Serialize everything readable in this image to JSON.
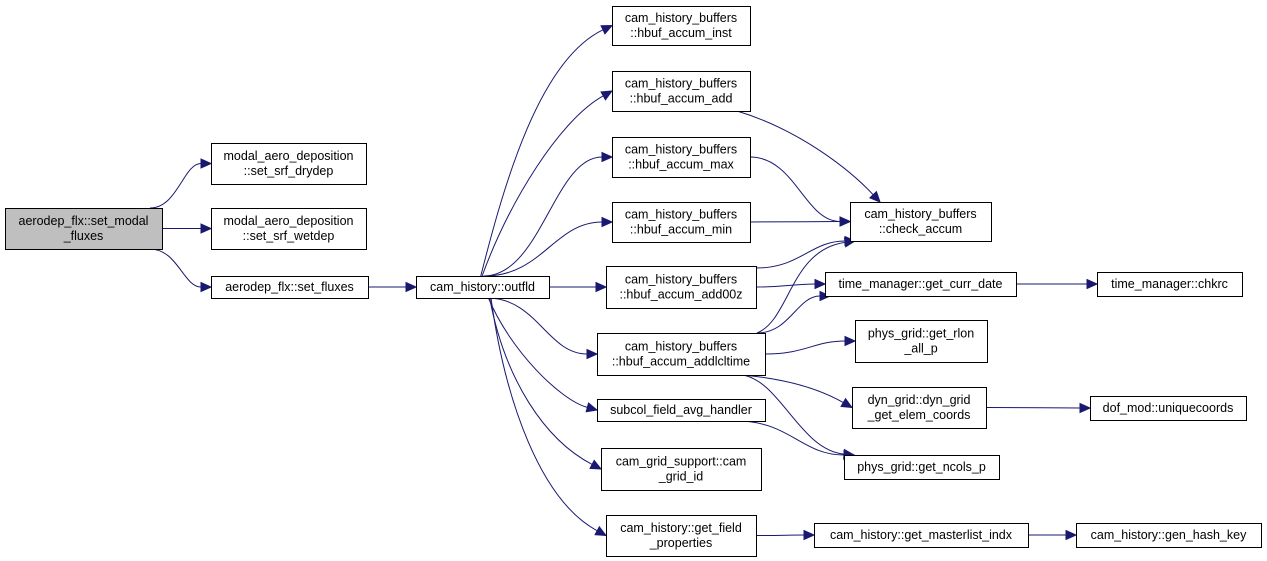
{
  "diagram": {
    "nodes": [
      {
        "id": "root",
        "lines": [
          "aerodep_flx::set_modal",
          "_fluxes"
        ],
        "root": true,
        "link": false
      },
      {
        "id": "set_srf_drydep",
        "lines": [
          "modal_aero_deposition",
          "::set_srf_drydep"
        ],
        "link": true
      },
      {
        "id": "set_srf_wetdep",
        "lines": [
          "modal_aero_deposition",
          "::set_srf_wetdep"
        ],
        "link": true
      },
      {
        "id": "set_fluxes",
        "lines": [
          "aerodep_flx::set_fluxes"
        ],
        "link": true
      },
      {
        "id": "outfld",
        "lines": [
          "cam_history::outfld"
        ],
        "link": true
      },
      {
        "id": "hbuf_accum_inst",
        "lines": [
          "cam_history_buffers",
          "::hbuf_accum_inst"
        ],
        "link": true
      },
      {
        "id": "hbuf_accum_add",
        "lines": [
          "cam_history_buffers",
          "::hbuf_accum_add"
        ],
        "link": true
      },
      {
        "id": "hbuf_accum_max",
        "lines": [
          "cam_history_buffers",
          "::hbuf_accum_max"
        ],
        "link": true
      },
      {
        "id": "hbuf_accum_min",
        "lines": [
          "cam_history_buffers",
          "::hbuf_accum_min"
        ],
        "link": true
      },
      {
        "id": "hbuf_accum_add00z",
        "lines": [
          "cam_history_buffers",
          "::hbuf_accum_add00z"
        ],
        "link": true
      },
      {
        "id": "hbuf_accum_addlcltime",
        "lines": [
          "cam_history_buffers",
          "::hbuf_accum_addlcltime"
        ],
        "link": true
      },
      {
        "id": "subcol_field_avg_handler",
        "lines": [
          "subcol_field_avg_handler"
        ],
        "link": true
      },
      {
        "id": "cam_grid_id",
        "lines": [
          "cam_grid_support::cam",
          "_grid_id"
        ],
        "link": true
      },
      {
        "id": "get_field_properties",
        "lines": [
          "cam_history::get_field",
          "_properties"
        ],
        "link": true
      },
      {
        "id": "check_accum",
        "lines": [
          "cam_history_buffers",
          "::check_accum"
        ],
        "link": true
      },
      {
        "id": "get_curr_date",
        "lines": [
          "time_manager::get_curr_date"
        ],
        "link": true
      },
      {
        "id": "get_rlon_all_p",
        "lines": [
          "phys_grid::get_rlon",
          "_all_p"
        ],
        "link": true
      },
      {
        "id": "dyn_grid_get_elem_coords",
        "lines": [
          "dyn_grid::dyn_grid",
          "_get_elem_coords"
        ],
        "link": true
      },
      {
        "id": "get_ncols_p",
        "lines": [
          "phys_grid::get_ncols_p"
        ],
        "link": true
      },
      {
        "id": "get_masterlist_indx",
        "lines": [
          "cam_history::get_masterlist_indx"
        ],
        "link": true
      },
      {
        "id": "chkrc",
        "lines": [
          "time_manager::chkrc"
        ],
        "link": true
      },
      {
        "id": "uniquecoords",
        "lines": [
          "dof_mod::uniquecoords"
        ],
        "link": true
      },
      {
        "id": "gen_hash_key",
        "lines": [
          "cam_history::gen_hash_key"
        ],
        "link": true
      }
    ],
    "edges": [
      {
        "from": "root",
        "to": "set_srf_drydep"
      },
      {
        "from": "root",
        "to": "set_srf_wetdep"
      },
      {
        "from": "root",
        "to": "set_fluxes"
      },
      {
        "from": "set_fluxes",
        "to": "outfld"
      },
      {
        "from": "outfld",
        "to": "hbuf_accum_inst"
      },
      {
        "from": "outfld",
        "to": "hbuf_accum_add"
      },
      {
        "from": "outfld",
        "to": "hbuf_accum_max"
      },
      {
        "from": "outfld",
        "to": "hbuf_accum_min"
      },
      {
        "from": "outfld",
        "to": "hbuf_accum_add00z"
      },
      {
        "from": "outfld",
        "to": "hbuf_accum_addlcltime"
      },
      {
        "from": "outfld",
        "to": "subcol_field_avg_handler"
      },
      {
        "from": "outfld",
        "to": "cam_grid_id"
      },
      {
        "from": "outfld",
        "to": "get_field_properties"
      },
      {
        "from": "hbuf_accum_add",
        "to": "check_accum"
      },
      {
        "from": "hbuf_accum_max",
        "to": "check_accum"
      },
      {
        "from": "hbuf_accum_min",
        "to": "check_accum"
      },
      {
        "from": "hbuf_accum_add00z",
        "to": "check_accum"
      },
      {
        "from": "hbuf_accum_add00z",
        "to": "get_curr_date"
      },
      {
        "from": "hbuf_accum_addlcltime",
        "to": "check_accum"
      },
      {
        "from": "hbuf_accum_addlcltime",
        "to": "get_curr_date"
      },
      {
        "from": "hbuf_accum_addlcltime",
        "to": "get_rlon_all_p"
      },
      {
        "from": "hbuf_accum_addlcltime",
        "to": "dyn_grid_get_elem_coords"
      },
      {
        "from": "hbuf_accum_addlcltime",
        "to": "get_ncols_p"
      },
      {
        "from": "subcol_field_avg_handler",
        "to": "get_ncols_p"
      },
      {
        "from": "get_field_properties",
        "to": "get_masterlist_indx"
      },
      {
        "from": "get_curr_date",
        "to": "chkrc"
      },
      {
        "from": "dyn_grid_get_elem_coords",
        "to": "uniquecoords"
      },
      {
        "from": "get_masterlist_indx",
        "to": "gen_hash_key"
      }
    ]
  },
  "colors": {
    "edge": "#191970",
    "node_border": "#000000",
    "node_fill": "#ffffff",
    "root_fill": "#bfbfbf"
  }
}
